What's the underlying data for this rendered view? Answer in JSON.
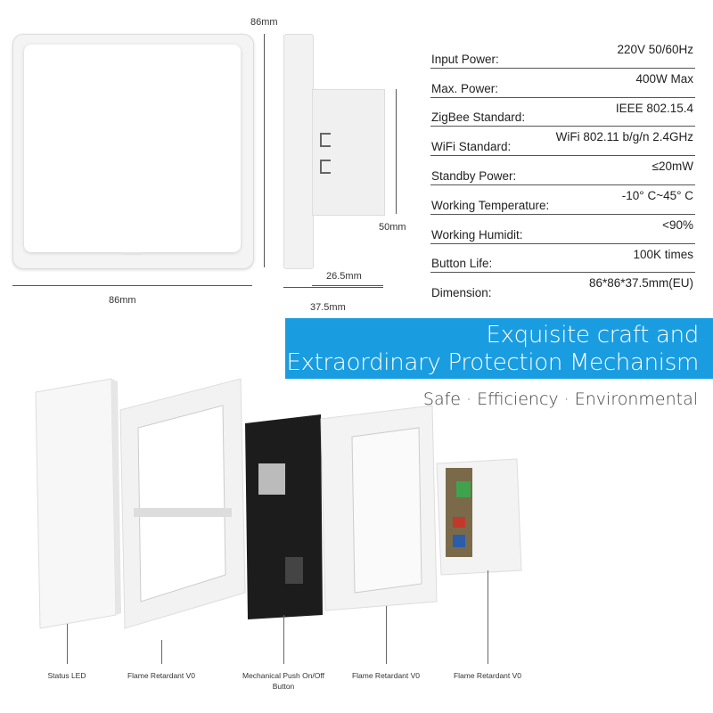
{
  "dimensions": {
    "front_height": "86mm",
    "front_width": "86mm",
    "side_body_height": "50mm",
    "side_body_depth": "26.5mm",
    "side_total_depth": "37.5mm"
  },
  "specs": [
    {
      "label": "Input Power:",
      "value": "220V 50/60Hz"
    },
    {
      "label": "Max. Power:",
      "value": "400W Max"
    },
    {
      "label": "ZigBee Standard:",
      "value": "IEEE 802.15.4"
    },
    {
      "label": "WiFi Standard:",
      "value": "WiFi 802.11 b/g/n 2.4GHz"
    },
    {
      "label": "Standby Power:",
      "value": "≤20mW"
    },
    {
      "label": "Working Temperature:",
      "value": "-10° C~45° C"
    },
    {
      "label": "Working Humidit:",
      "value": "<90%"
    },
    {
      "label": "Button Life:",
      "value": "100K times"
    },
    {
      "label": "Dimension:",
      "value": "86*86*37.5mm(EU)"
    }
  ],
  "banner": {
    "line1": "Exquisite craft and",
    "line2": "Extraordinary Protection Mechanism",
    "color": "#1a9de0"
  },
  "tagline": "Safe · Efficiency · Environmental",
  "parts": [
    {
      "label": "Status LED"
    },
    {
      "label": "Flame Retardant V0"
    },
    {
      "label": "Mechanical Push On/Off Button"
    },
    {
      "label": "Flame Retardant V0"
    },
    {
      "label": "Flame Retardant V0"
    }
  ]
}
